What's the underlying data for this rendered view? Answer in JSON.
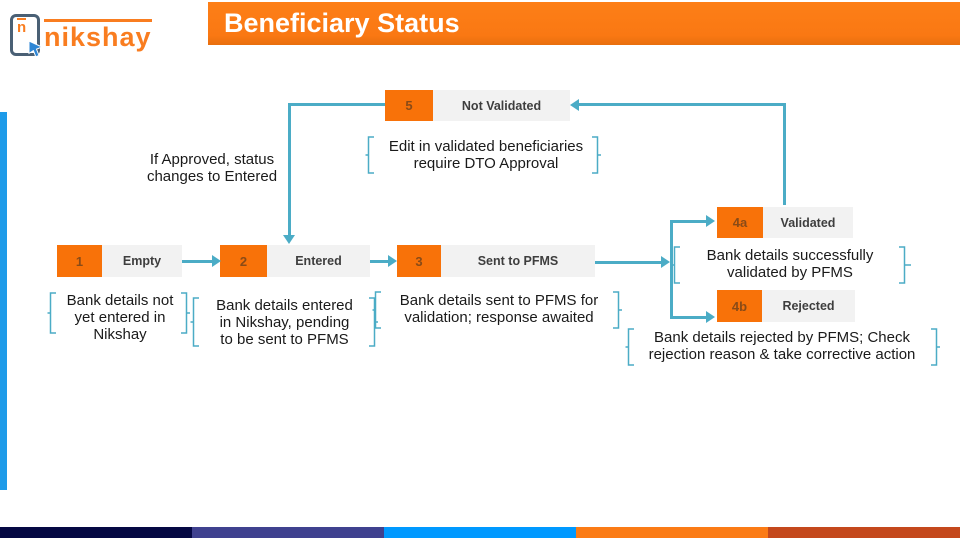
{
  "logo": {
    "brand": "nikshay"
  },
  "header": {
    "title": "Beneficiary Status"
  },
  "flow": {
    "box1": {
      "num": "1",
      "label": "Empty"
    },
    "box2": {
      "num": "2",
      "label": "Entered"
    },
    "box3": {
      "num": "3",
      "label": "Sent to PFMS"
    },
    "box4a": {
      "num": "4a",
      "label": "Validated"
    },
    "box4b": {
      "num": "4b",
      "label": "Rejected"
    },
    "box5": {
      "num": "5",
      "label": "Not Validated"
    }
  },
  "notes": {
    "if_approved": "If Approved, status\nchanges to Entered",
    "edit_validated": "Edit in validated beneficiaries\nrequire DTO Approval",
    "empty_note": "Bank details not\nyet entered in\nNikshay",
    "entered_note": "Bank details entered\nin Nikshay, pending\nto be sent to PFMS",
    "sent_note": "Bank details sent to PFMS for\nvalidation; response awaited",
    "validated_note": "Bank details successfully\nvalidated by PFMS",
    "rejected_note": "Bank details rejected by PFMS; Check\nrejection reason & take corrective action"
  },
  "colors": {
    "banner_orange": "#FB7B15",
    "status_orange": "#F87209",
    "status_gray": "#F2F2F2",
    "connector_teal": "#4BACC6",
    "left_accent_blue": "#1E9BE9",
    "number_brown": "#8A4B17",
    "bottom_bar": [
      "#050843",
      "#3F418F",
      "#0099FF",
      "#FB7B15",
      "#C4481C"
    ]
  }
}
